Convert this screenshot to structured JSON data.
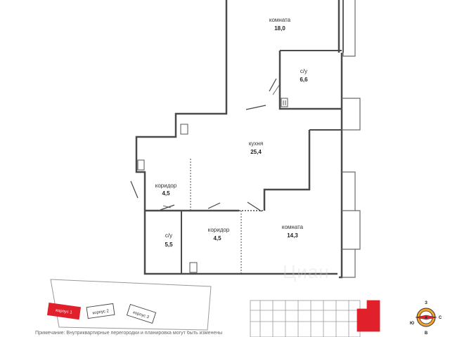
{
  "rooms": [
    {
      "name": "комната",
      "area": "18,0"
    },
    {
      "name": "с/у",
      "area": "6,6"
    },
    {
      "name": "кухня",
      "area": "25,4"
    },
    {
      "name": "коридор",
      "area": "4,5"
    },
    {
      "name": "с/у",
      "area": "5,5"
    },
    {
      "name": "коридор",
      "area": "4,5"
    },
    {
      "name": "комната",
      "area": "14,3"
    }
  ],
  "site_plan": {
    "buildings": [
      {
        "label": "корпус 1",
        "active": true
      },
      {
        "label": "корпус 2",
        "active": false
      },
      {
        "label": "корпус 3",
        "active": false
      }
    ]
  },
  "compass": {
    "north": "З",
    "east": "С",
    "south": "В",
    "west": "Ю"
  },
  "watermark": "Циан",
  "note": "Примечание: Внутриквартирные перегородки и планировка могут быть изменены",
  "colors": {
    "wall": "#4a4a4a",
    "accent": "#e0202a",
    "compass_ring": "#f2a52c"
  }
}
